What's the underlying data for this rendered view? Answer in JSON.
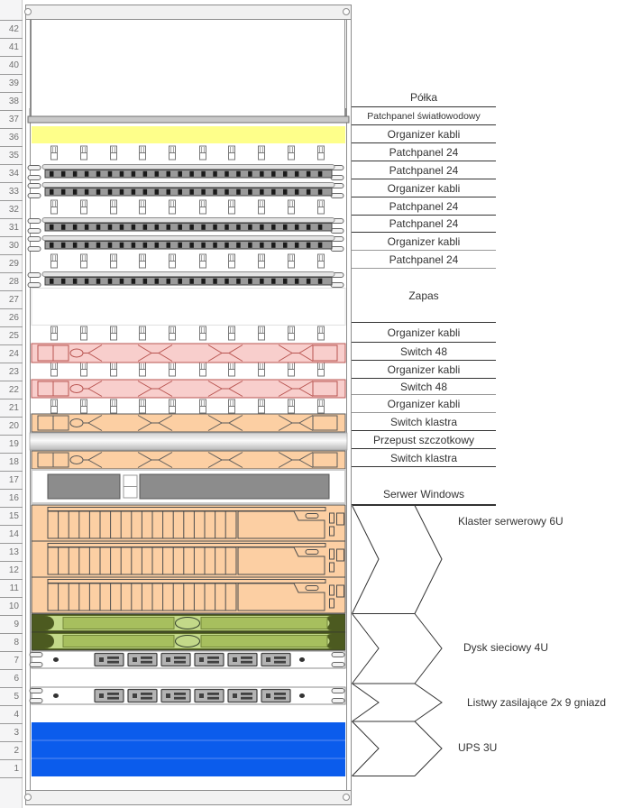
{
  "title": "Rack elevation diagram (42U) with Polish equipment labels",
  "rack": {
    "unit_count": 42,
    "items": [
      {
        "type": "shelf",
        "units": "37"
      },
      {
        "type": "fiber-patch-panel",
        "units": "36"
      },
      {
        "type": "cable-organizer",
        "units": "35"
      },
      {
        "type": "patch-panel-24",
        "units": "34"
      },
      {
        "type": "patch-panel-24",
        "units": "33"
      },
      {
        "type": "cable-organizer",
        "units": "32"
      },
      {
        "type": "patch-panel-24",
        "units": "31"
      },
      {
        "type": "patch-panel-24",
        "units": "30"
      },
      {
        "type": "cable-organizer",
        "units": "29"
      },
      {
        "type": "patch-panel-24",
        "units": "28"
      },
      {
        "type": "empty-spare",
        "units": "26-27"
      },
      {
        "type": "cable-organizer",
        "units": "25"
      },
      {
        "type": "switch-48",
        "units": "24"
      },
      {
        "type": "cable-organizer",
        "units": "23"
      },
      {
        "type": "switch-48",
        "units": "22"
      },
      {
        "type": "cable-organizer",
        "units": "21"
      },
      {
        "type": "cluster-switch",
        "units": "20"
      },
      {
        "type": "brush-pass-through",
        "units": "19"
      },
      {
        "type": "cluster-switch",
        "units": "18"
      },
      {
        "type": "windows-server",
        "units": "16-17"
      },
      {
        "type": "server-cluster",
        "units": "10-15"
      },
      {
        "type": "network-disk",
        "units": "8-9"
      },
      {
        "type": "power-strip",
        "units": "7"
      },
      {
        "type": "power-strip",
        "units": "5"
      },
      {
        "type": "ups",
        "units": "1-3"
      }
    ]
  },
  "callouts": {
    "rows": [
      {
        "label": "Półka",
        "line": "#333333"
      },
      {
        "label": "Patchpanel światłowodowy",
        "line": "#333333"
      },
      {
        "label": "Organizer kabli",
        "line": "#333333"
      },
      {
        "label": "Patchpanel 24",
        "line": "#333333"
      },
      {
        "label": "Patchpanel 24",
        "line": "#333333"
      },
      {
        "label": "Organizer kabli",
        "line": "#333333"
      },
      {
        "label": "Patchpanel 24",
        "line": "#333333"
      },
      {
        "label": "Patchpanel 24",
        "line": "#333333"
      },
      {
        "label": "Organizer kabli",
        "line": "#999999"
      },
      {
        "label": "Patchpanel 24",
        "line": "#999999"
      },
      {
        "label": "Zapas",
        "line": "#333333"
      },
      {
        "label": "Organizer kabli",
        "line": "#333333"
      },
      {
        "label": "Switch 48",
        "line": "#333333"
      },
      {
        "label": "Organizer kabli",
        "line": "#333333"
      },
      {
        "label": "Switch 48",
        "line": "#999999"
      },
      {
        "label": "Organizer kabli",
        "line": "#999999"
      },
      {
        "label": "Switch klastra",
        "line": "#333333"
      },
      {
        "label": "Przepust szczotkowy",
        "line": "#333333"
      },
      {
        "label": "Switch klastra",
        "line": "#333333"
      },
      {
        "label": "Serwer Windows",
        "line": "#333333"
      }
    ]
  },
  "braces": [
    {
      "label": "Klaster serwerowy 6U",
      "units": "6U"
    },
    {
      "label": "Dysk sieciowy 4U",
      "units": "4U"
    },
    {
      "label": "Listwy zasilające 2x 9 gniazd",
      "units": "2U"
    },
    {
      "label": "UPS 3U",
      "units": "3U"
    }
  ],
  "colors": {
    "margin_bg": "#f5f5f6",
    "frame_fill": "#f1f1f1",
    "frame_stroke": "#8c8c8c",
    "grid_line": "#999999",
    "unit_number_text": "#707070",
    "label_text": "#333333",
    "yellow_panel": "#feff8a",
    "shelf_bar": "#c9c9c9",
    "shelf_stroke": "#707070",
    "organizer_stroke": "#777777",
    "panel_bar_fill": "#e3e3e3",
    "panel_bar_stroke": "#8c8c8c",
    "ports_fill": "#9a9a9a",
    "ports_stroke": "#444444",
    "ports_tick": "#1a1a1a",
    "ear_fill": "#f2f2f2",
    "ear_stroke": "#666666",
    "switch48_fill": "#f8cecc",
    "switch48_stroke": "#b85450",
    "cluster_switch_fill": "#fccfa3",
    "cluster_switch_stroke": "#595959",
    "brush_top": "#cfcfcf",
    "brush_mid": "#fafafa",
    "brush_bottom": "#b8b8b8",
    "server_panel": "#8c8c8c",
    "server_panel_stroke": "#555555",
    "server_chassis_stroke": "#cccccc",
    "cluster_fill": "#fccfa3",
    "cluster_stroke": "#4d4d4d",
    "nas_dark": "#4c5a20",
    "nas_bar": "#c3d989",
    "nas_bar_stroke": "#5a6b26",
    "nas_inner": "#a7bf5e",
    "nas_inner_stroke": "#74883a",
    "strip_outlet_fill": "#b3b3b3",
    "strip_outlet_stroke": "#404040",
    "spare_stroke": "#e0e0e0",
    "ups_fill": "#0b5cec",
    "ups_divider": "#5b8cf2"
  }
}
